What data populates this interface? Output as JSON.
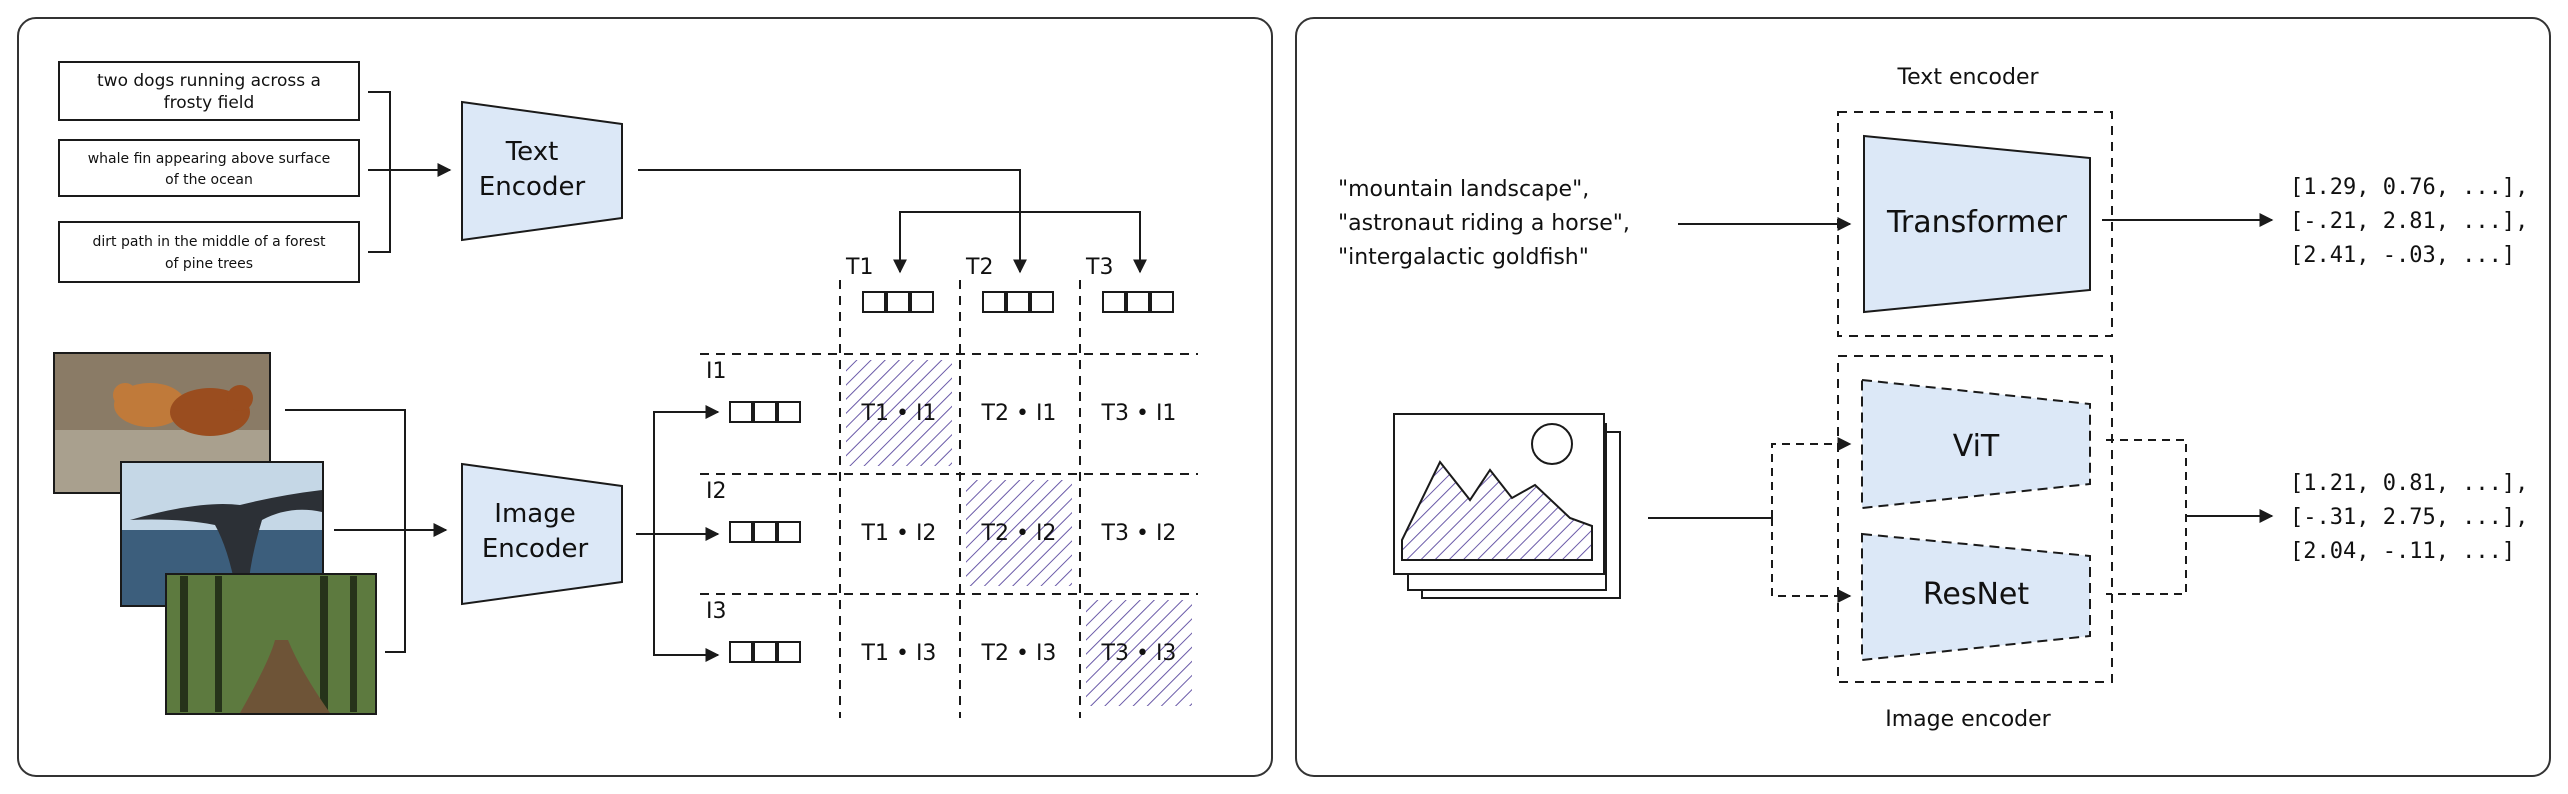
{
  "left_panel": {
    "captions": [
      [
        "two dogs running across a",
        "frosty field"
      ],
      [
        "whale fin appearing above surface",
        "of the ocean"
      ],
      [
        "dirt path in the middle of a forest",
        "of pine trees"
      ]
    ],
    "text_encoder": [
      "Text",
      "Encoder"
    ],
    "image_encoder": [
      "Image",
      "Encoder"
    ],
    "images": [
      {
        "name": "dogs-photo-icon",
        "sky": "#8a7b66",
        "ground": "#a9a08e",
        "accent": "#b36a2e"
      },
      {
        "name": "whale-fin-photo-icon",
        "sky": "#c5d7e6",
        "ground": "#3c5e7c",
        "accent": "#2c3036"
      },
      {
        "name": "forest-path-photo-icon",
        "sky": "#5d7a3f",
        "ground": "#6e5437",
        "accent": "#26331a"
      }
    ],
    "matrix": {
      "col_heads": [
        "T1",
        "T2",
        "T3"
      ],
      "row_heads": [
        "I1",
        "I2",
        "I3"
      ],
      "cells": [
        [
          "T1 • I1",
          "T2 • I1",
          "T3 • I1"
        ],
        [
          "T1 • I2",
          "T2 • I2",
          "T3 • I2"
        ],
        [
          "T1 • I3",
          "T2 • I3",
          "T3 • I3"
        ]
      ]
    }
  },
  "right_panel": {
    "text_encoder_title": "Text encoder",
    "image_encoder_title": "Image encoder",
    "prompts": [
      "\"mountain landscape\",",
      "\"astronaut riding a horse\",",
      "\"intergalactic goldfish\""
    ],
    "transformer_label": "Transformer",
    "vit_label": "ViT",
    "resnet_label": "ResNet",
    "text_embeddings": [
      "[1.29, 0.76, ...],",
      "[-.21, 2.81, ...],",
      "[2.41, -.03, ...]"
    ],
    "image_embeddings": [
      "[1.21, 0.81, ...],",
      "[-.31, 2.75, ...],",
      "[2.04, -.11, ...]"
    ]
  },
  "colors": {
    "encoder_fill": "#dce8f7",
    "line": "#1a1a1a",
    "hatch": "#6a5aa8"
  }
}
